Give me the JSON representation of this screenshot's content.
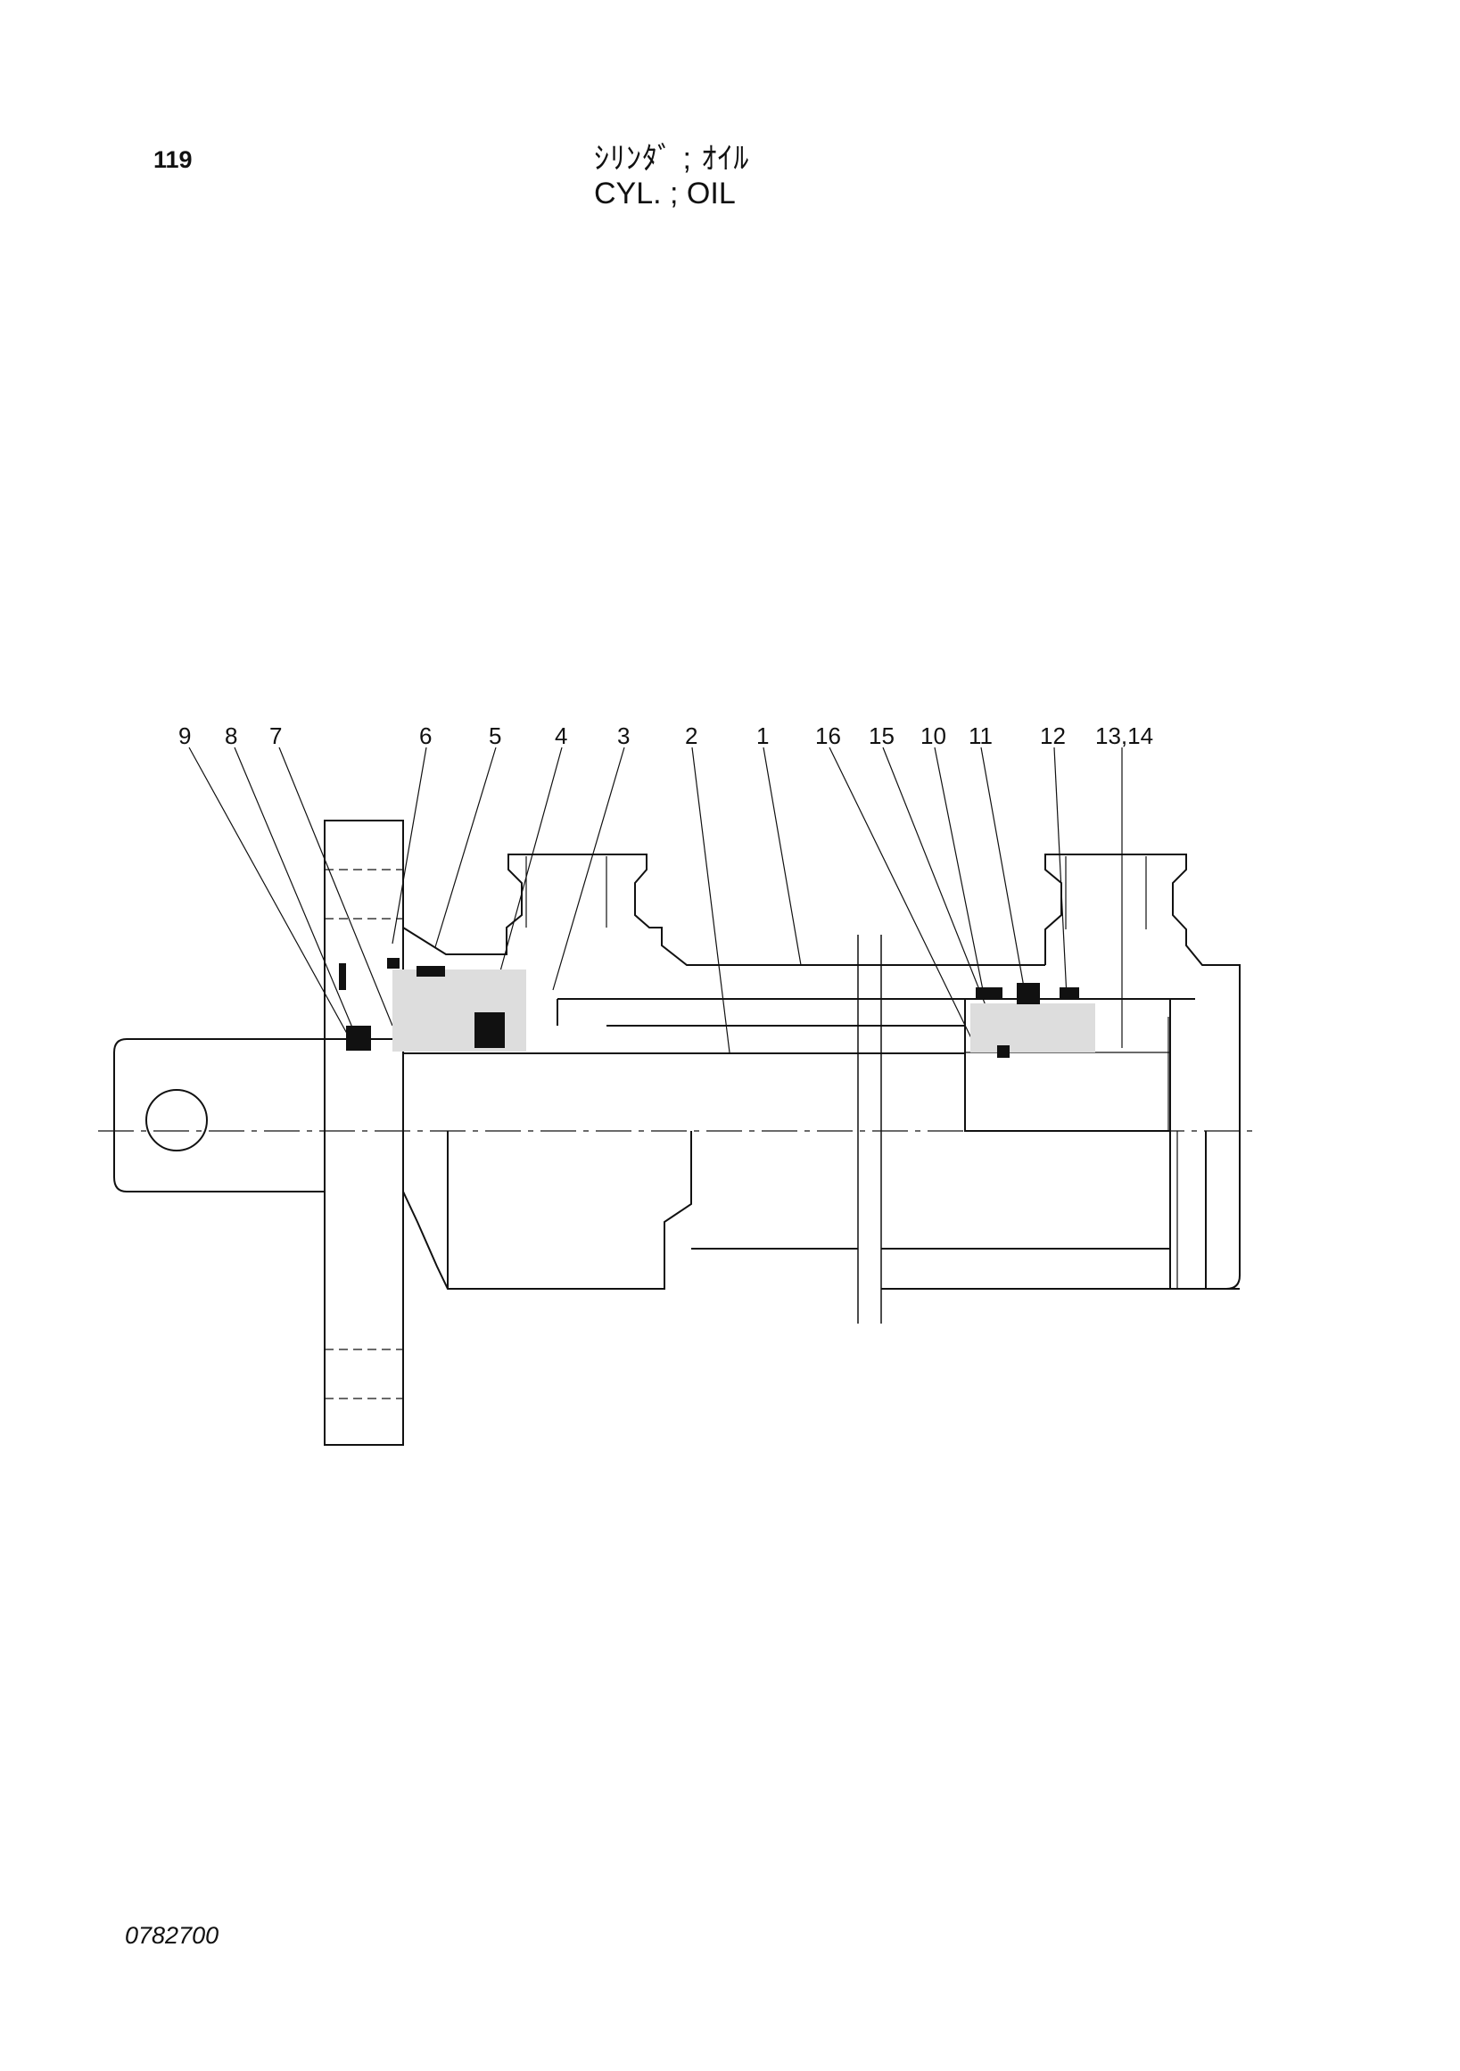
{
  "header": {
    "page_number": "119",
    "title_jp": "ｼﾘﾝﾀﾞ ; ｵｲﾙ",
    "title_en": "CYL. ; OIL"
  },
  "footer": {
    "doc_code": "0782700"
  },
  "callouts": [
    {
      "label": "9"
    },
    {
      "label": "8"
    },
    {
      "label": "7"
    },
    {
      "label": "6"
    },
    {
      "label": "5"
    },
    {
      "label": "4"
    },
    {
      "label": "3"
    },
    {
      "label": "2"
    },
    {
      "label": "1"
    },
    {
      "label": "16"
    },
    {
      "label": "15"
    },
    {
      "label": "10"
    },
    {
      "label": "11"
    },
    {
      "label": "12"
    },
    {
      "label": "13,14"
    }
  ]
}
